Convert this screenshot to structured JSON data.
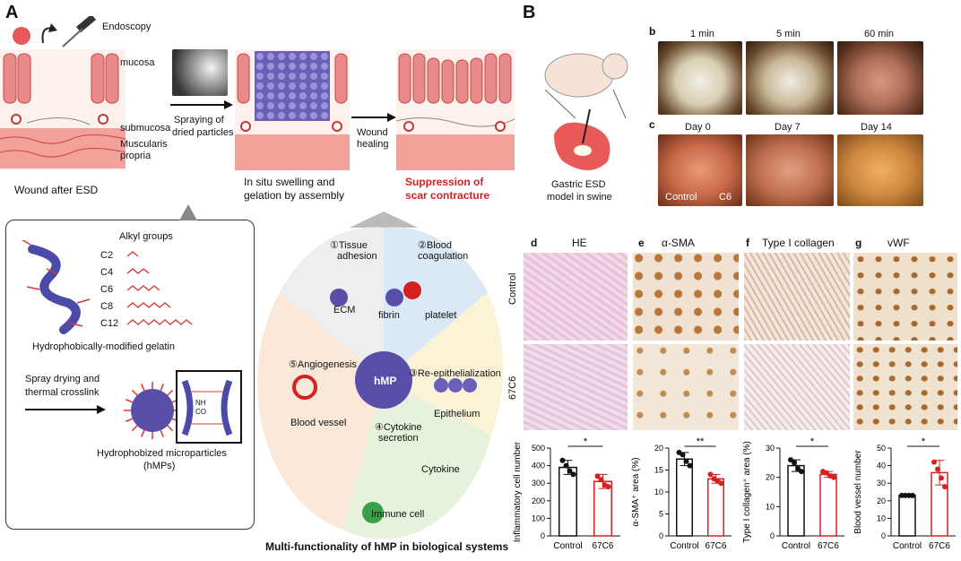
{
  "panelA": {
    "letter": "A",
    "endoscopy": "Endoscopy",
    "mucosa": "mucosa",
    "submucosa": "submucosa",
    "muscularis1": "Muscularis",
    "muscularis2": "propria",
    "wound_caption": "Wound after ESD",
    "spraying1": "Spraying of",
    "spraying2": "dried particles",
    "swelling1": "In situ swelling and",
    "swelling2": "gelation by assembly",
    "wound_healing1": "Wound",
    "wound_healing2": "healing",
    "suppression1": "Suppression of",
    "suppression2": "scar contracture",
    "alkyl_title": "Alkyl groups",
    "alkyl": [
      "C2",
      "C4",
      "C6",
      "C8",
      "C12"
    ],
    "gelatin_caption": "Hydrophobically-modified gelatin",
    "spray_text1": "Spray drying and",
    "spray_text2": "thermal crosslink",
    "nh": "NH",
    "co": "CO",
    "hmp_caption1": "Hydrophobized microparticles",
    "hmp_caption2": "(hMPs)",
    "functions": {
      "tissue1": "①Tissue",
      "tissue2": "adhesion",
      "ecm": "ECM",
      "blood1": "②Blood",
      "blood2": "coagulation",
      "fibrin": "fibrin",
      "platelet": "platelet",
      "center": "hMP",
      "angio": "⑤Angiogenesis",
      "vessel": "Blood vessel",
      "reepi": "③Re-epithelialization",
      "epithelium": "Epithelium",
      "cyto1": "④Cytokine",
      "cyto2": "secretion",
      "cytokine": "Cytokine",
      "immune": "Immune cell"
    },
    "multi_caption": "Multi-functionality of hMP in biological systems"
  },
  "panelB": {
    "letter": "B",
    "model1": "Gastric ESD",
    "model2": "model in swine",
    "b_letter": "b",
    "b_times": [
      "1 min",
      "5 min",
      "60 min"
    ],
    "c_letter": "c",
    "c_days": [
      "Day 0",
      "Day 7",
      "Day 14"
    ],
    "control": "Control",
    "c6": "C6",
    "d_letter": "d",
    "d_title": "HE",
    "e_letter": "e",
    "e_title": "α-SMA",
    "f_letter": "f",
    "f_title": "Type I collagen",
    "g_letter": "g",
    "g_title": "vWF",
    "row_control": "Control",
    "row_67c6": "67C6"
  },
  "colors": {
    "red": "#d42020",
    "black": "#111111",
    "purple": "#5a4fa8"
  },
  "chart_data": [
    {
      "type": "bar",
      "ylabel": "Inflammatory cell number",
      "categories": [
        "Control",
        "67C6"
      ],
      "values": [
        390,
        310
      ],
      "errors": [
        40,
        40
      ],
      "points": [
        [
          430,
          400,
          370,
          350
        ],
        [
          340,
          320,
          290,
          280
        ]
      ],
      "ylim": [
        0,
        500
      ],
      "yticks": [
        "0",
        "100",
        "200",
        "300",
        "400",
        "500"
      ],
      "significance": "*"
    },
    {
      "type": "bar",
      "ylabel": "α-SMA⁺ area (%)",
      "categories": [
        "Control",
        "67C6"
      ],
      "values": [
        17.5,
        13
      ],
      "errors": [
        1.5,
        1
      ],
      "points": [
        [
          19,
          18.5,
          17,
          16
        ],
        [
          14,
          13,
          12.5,
          12
        ]
      ],
      "ylim": [
        0,
        20
      ],
      "yticks": [
        "0",
        "5",
        "10",
        "15",
        "20"
      ],
      "significance": "**"
    },
    {
      "type": "bar",
      "ylabel": "Type I collagen⁺ area (%)",
      "categories": [
        "Control",
        "67C6"
      ],
      "values": [
        24,
        21
      ],
      "errors": [
        2,
        1
      ],
      "points": [
        [
          26,
          25,
          23,
          22
        ],
        [
          22,
          21.5,
          20.5,
          20
        ]
      ],
      "ylim": [
        0,
        30
      ],
      "yticks": [
        "0",
        "10",
        "20",
        "30"
      ],
      "significance": "*"
    },
    {
      "type": "bar",
      "ylabel": "Blood vessel number",
      "categories": [
        "Control",
        "67C6"
      ],
      "values": [
        23,
        36
      ],
      "errors": [
        0.5,
        7
      ],
      "points": [
        [
          23,
          23,
          23,
          23
        ],
        [
          42,
          38,
          33,
          28
        ]
      ],
      "ylim": [
        0,
        50
      ],
      "yticks": [
        "0",
        "10",
        "20",
        "30",
        "40",
        "50"
      ],
      "significance": "*"
    }
  ]
}
